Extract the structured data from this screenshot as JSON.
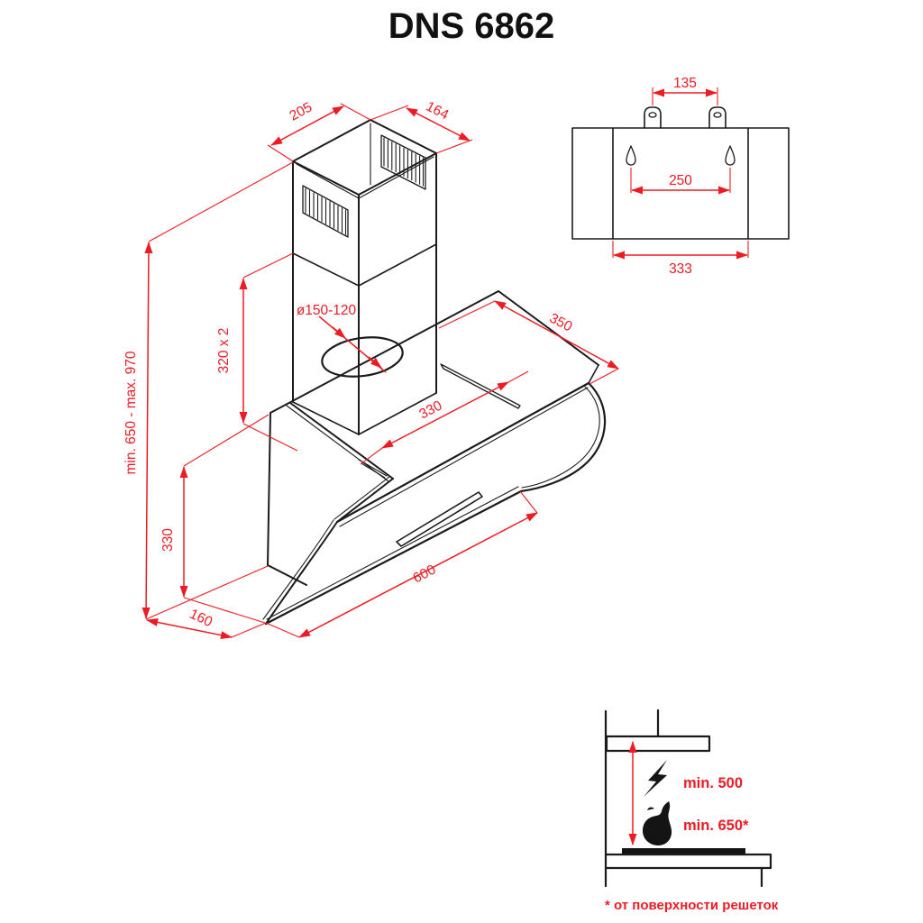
{
  "title": "DNS 6862",
  "colors": {
    "line": "#1b1b1b",
    "dimension": "#ed1c24",
    "background": "#ffffff"
  },
  "isometric_view": {
    "dim_chimney_depth": "205",
    "dim_chimney_width": "164",
    "dim_duct_diameter": "ø150-120",
    "dim_chimney_sections": "320 x 2",
    "dim_total_height": "min. 650 - max. 970",
    "dim_body_height": "330",
    "dim_top_edge_offset": "330",
    "dim_bottom_depth": "160",
    "dim_width": "600",
    "dim_top_depth": "350"
  },
  "mounting_plate_view": {
    "dim_hook_spacing": "135",
    "dim_keyhole_spacing": "250",
    "dim_plate_width": "333"
  },
  "clearance_view": {
    "electric_clearance_label": "min. 500",
    "gas_clearance_label": "min. 650*",
    "footnote": "* от поверхности решеток",
    "icons": [
      "lightning-icon",
      "flame-icon"
    ]
  }
}
